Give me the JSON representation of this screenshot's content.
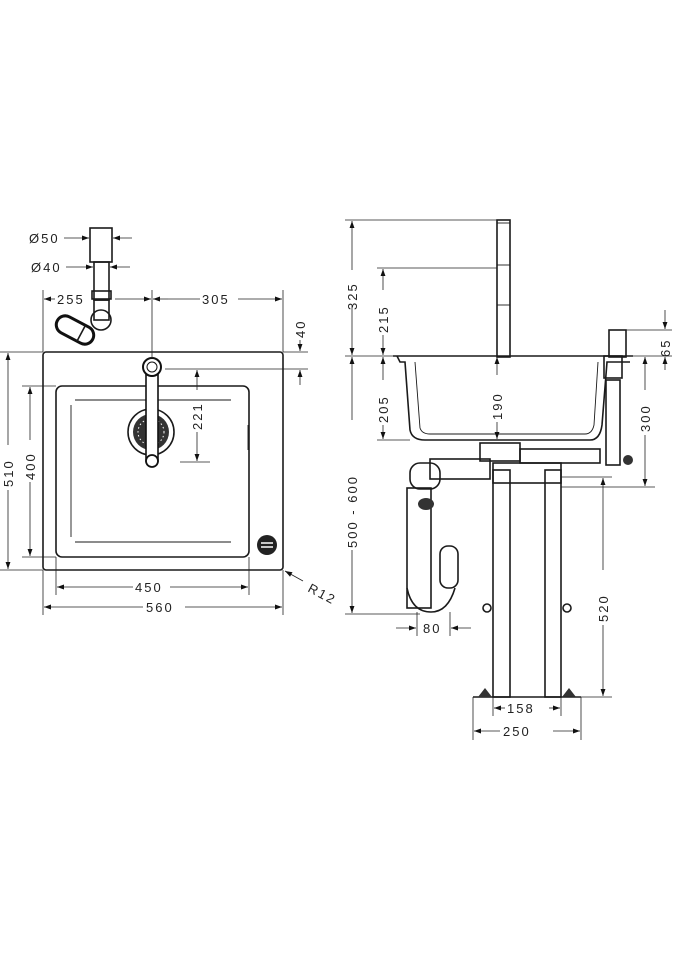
{
  "top_view": {
    "dims": {
      "pipe_outer_diameter": "Ø50",
      "pipe_inner_diameter": "Ø40",
      "faucet_offset_left": "255",
      "faucet_offset_right": "305",
      "faucet_from_edge": "40",
      "faucet_reach": "221",
      "overall_depth": "510",
      "bowl_depth": "400",
      "bowl_width": "450",
      "overall_width": "560",
      "corner_radius": "R12"
    }
  },
  "side_view": {
    "dims": {
      "faucet_height": "325",
      "spout_height": "215",
      "cabinet_height": "500 - 600",
      "bowl_total_depth": "205",
      "bowl_inner_depth": "190",
      "dispenser_height": "65",
      "dispenser_depth": "300",
      "stand_height": "520",
      "trap_width": "80",
      "stand_inner_width": "158",
      "stand_outer_width": "250"
    }
  }
}
